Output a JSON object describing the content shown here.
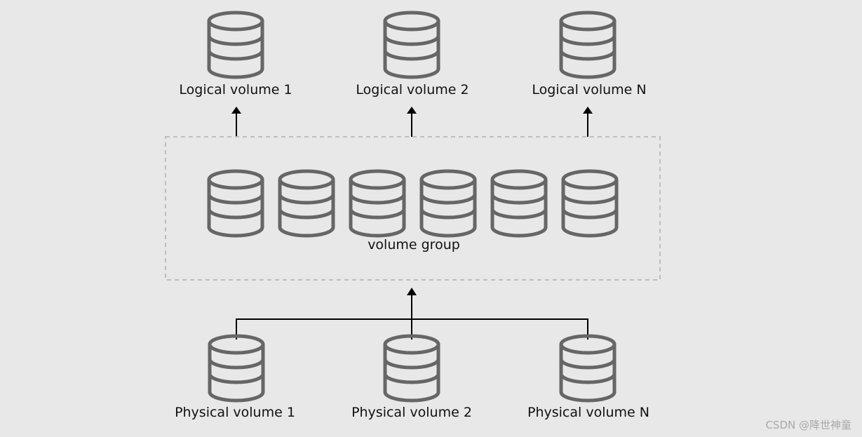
{
  "logical_volumes": [
    {
      "label": "Logical volume 1"
    },
    {
      "label": "Logical volume 2"
    },
    {
      "label": "Logical volume N"
    }
  ],
  "volume_group": {
    "label": "volume group",
    "disk_count": 6,
    "border_style": "dashed"
  },
  "physical_volumes": [
    {
      "label": "Physical volume 1"
    },
    {
      "label": "Physical volume 2"
    },
    {
      "label": "Physical volume N"
    }
  ],
  "watermark": "CSDN @降世神童",
  "icons": {
    "disk": "database-icon",
    "arrow": "arrow-up-icon"
  },
  "colors": {
    "background": "#e8e8e8",
    "disk_stroke": "#666666",
    "group_border": "#bdbdbd",
    "text": "#111111"
  }
}
